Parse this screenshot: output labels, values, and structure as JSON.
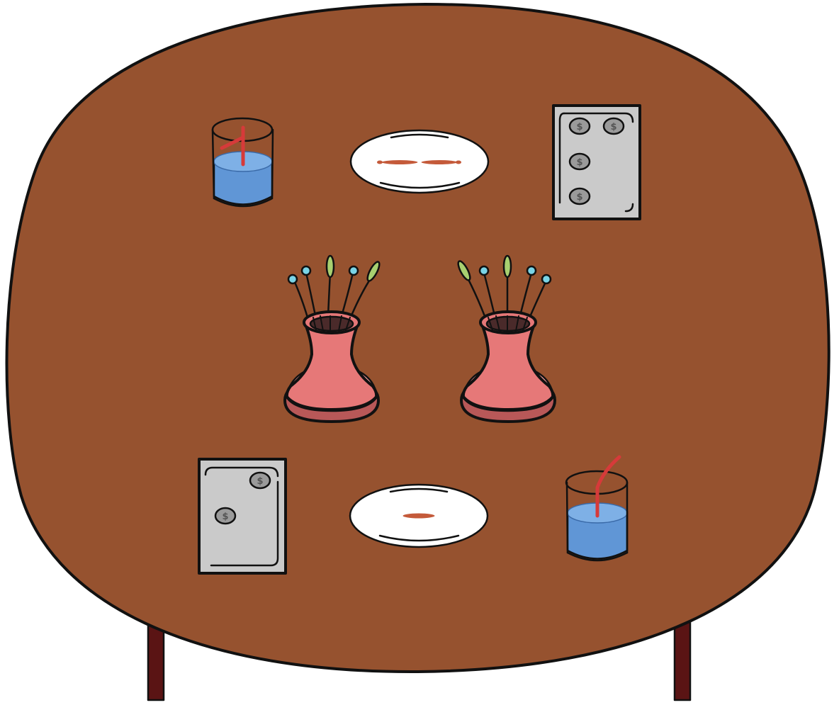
{
  "colors": {
    "table_top": "#96522f",
    "table_leg": "#5a1414",
    "water": "#6096d6",
    "water_surface": "#7eb0e6",
    "glass": "#ffffff",
    "straw": "#d63a3a",
    "plate": "#ffffff",
    "food": "#c45a3a",
    "tray": "#cacaca",
    "coin": "#9a9a9a",
    "vase": "#e67878",
    "vase_light": "#f4a0a0",
    "vase_dark": "#b85858",
    "flower_blue": "#7ad4e6",
    "flower_green": "#a8d070"
  },
  "scene": {
    "objects": [
      "table",
      "glass-of-water",
      "glass-of-water",
      "plate",
      "plate",
      "coin-tray",
      "coin-tray",
      "flower-vase",
      "flower-vase"
    ],
    "coin_symbol": "$"
  }
}
